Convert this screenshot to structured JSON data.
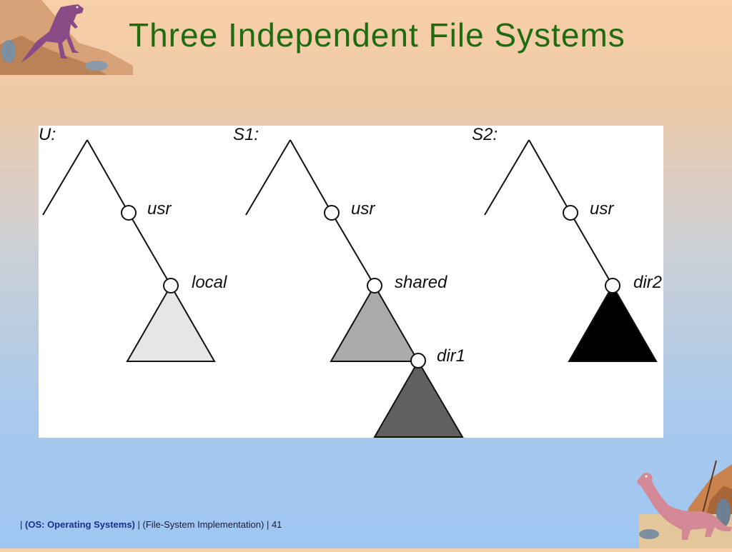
{
  "slide": {
    "title": "Three Independent File Systems",
    "footer": {
      "sep": "|",
      "course": "(OS: Operating Systems)",
      "chapter": "(File-System Implementation)",
      "page": "41"
    }
  },
  "diagram": {
    "file_systems": [
      {
        "label": "U:",
        "nodes": [
          {
            "label": "usr"
          },
          {
            "label": "local"
          }
        ],
        "subtree_colors": [
          "#e6e6e6"
        ]
      },
      {
        "label": "S1:",
        "nodes": [
          {
            "label": "usr"
          },
          {
            "label": "shared"
          },
          {
            "label": "dir1"
          }
        ],
        "subtree_colors": [
          "#aaaaaa",
          "#606060"
        ]
      },
      {
        "label": "S2:",
        "nodes": [
          {
            "label": "usr"
          },
          {
            "label": "dir2"
          }
        ],
        "subtree_colors": [
          "#000000"
        ]
      }
    ]
  },
  "icons": [
    "dinosaur-trex-icon",
    "dinosaur-brontosaurus-icon"
  ]
}
